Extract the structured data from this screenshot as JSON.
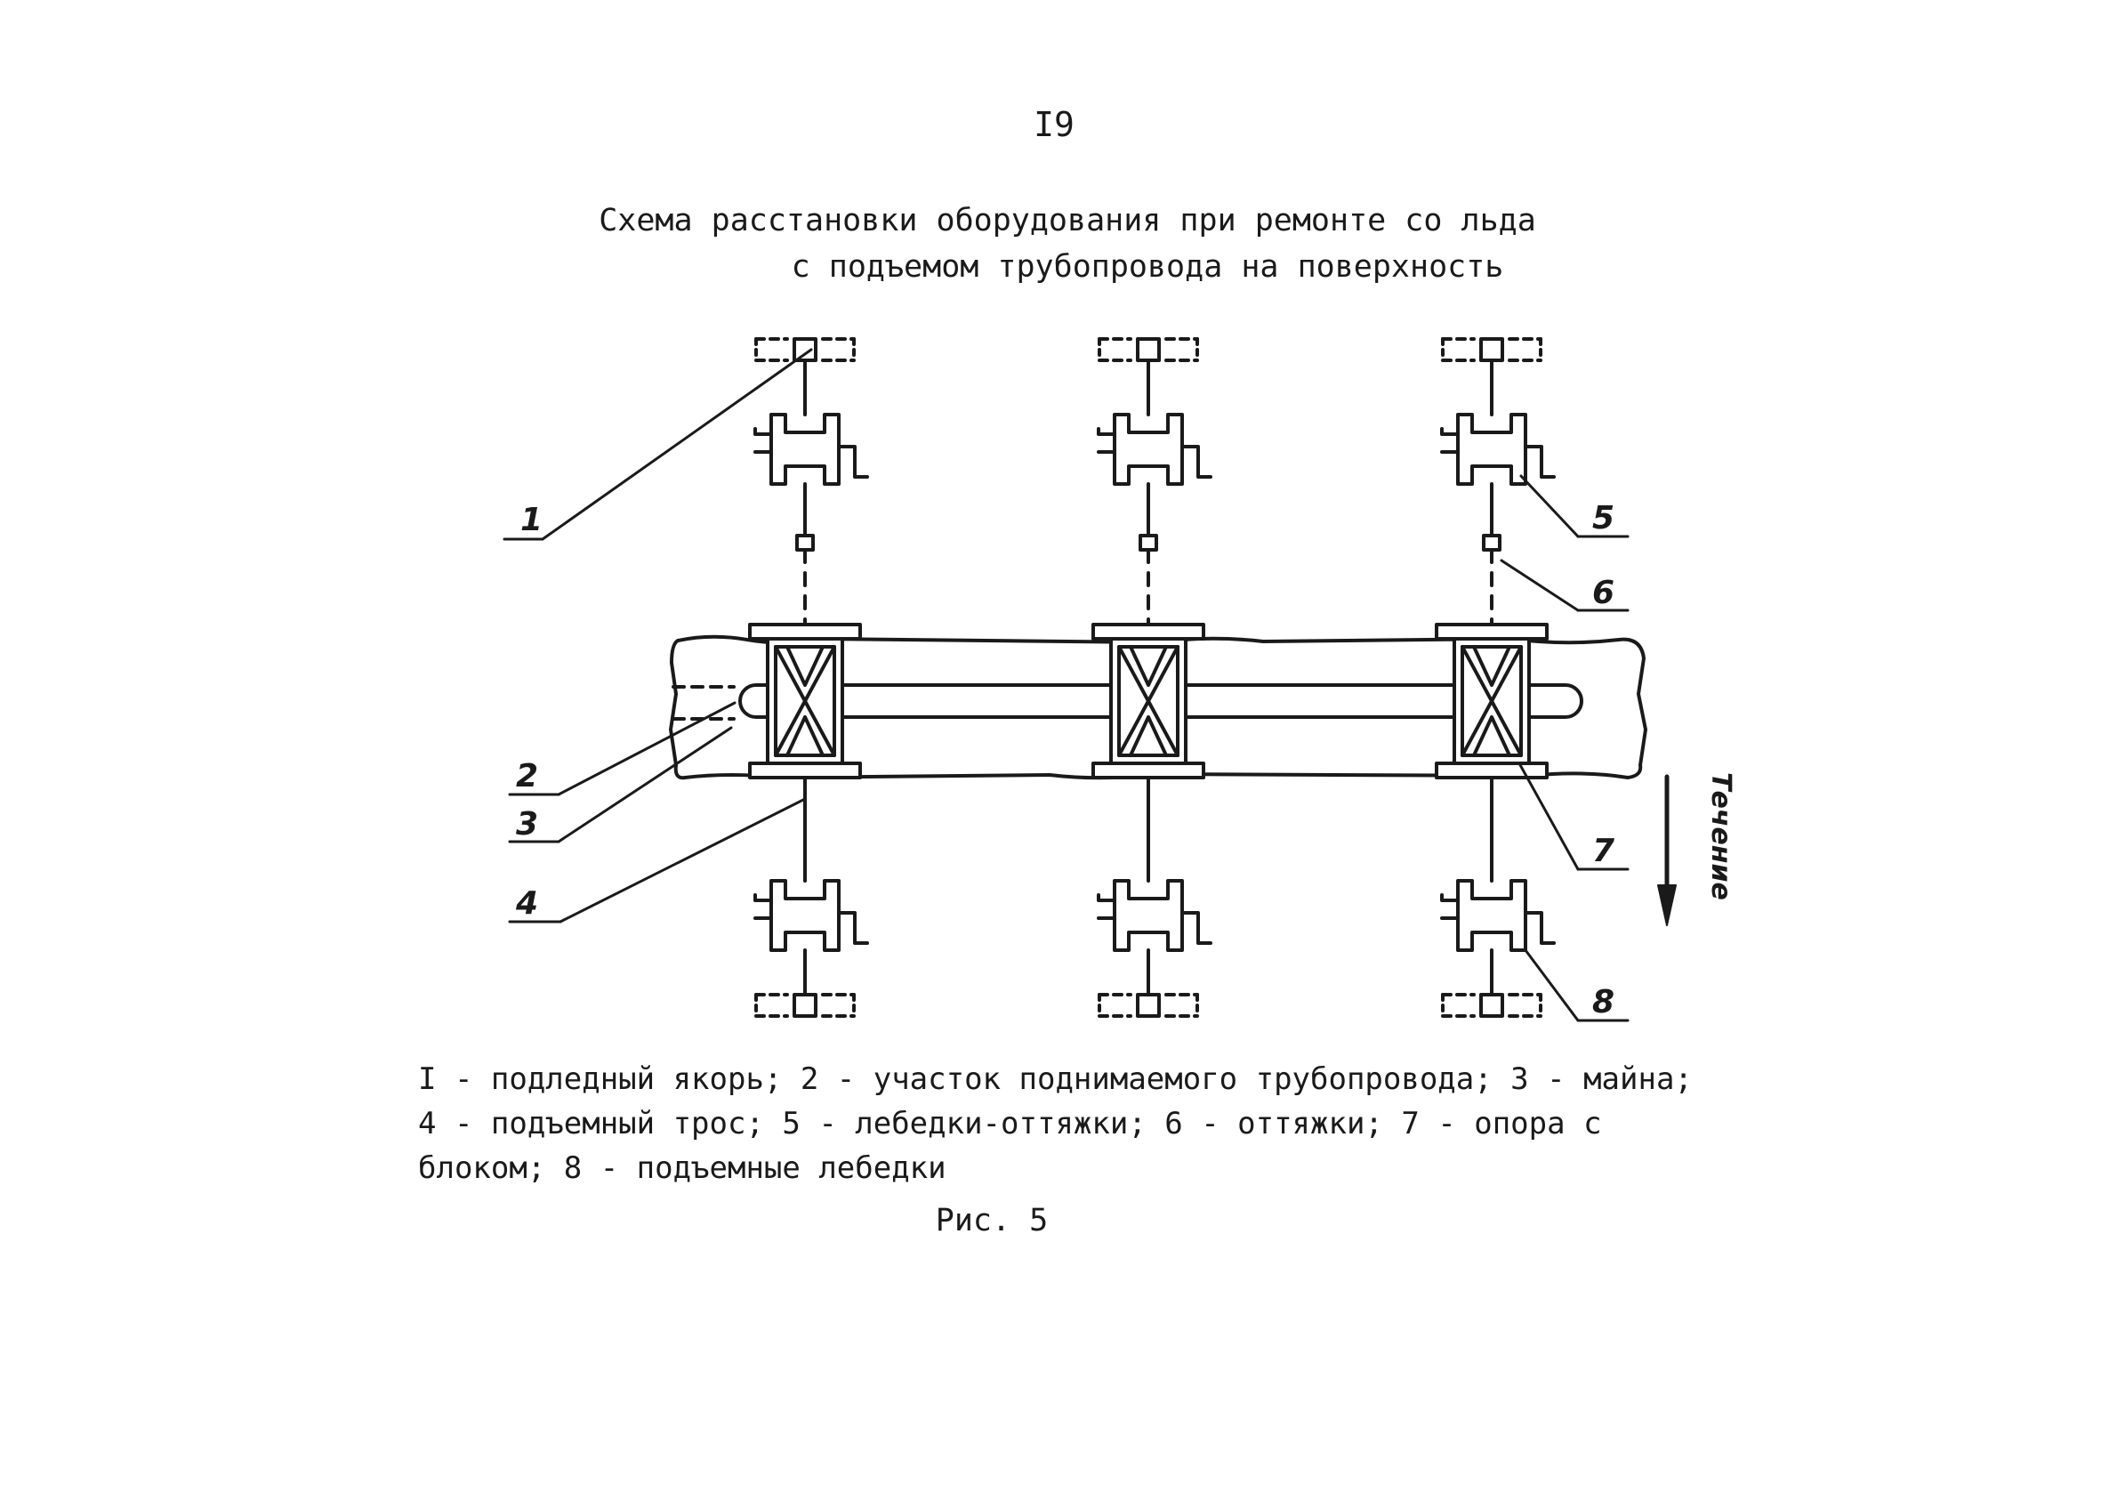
{
  "page_number": "I9",
  "title": {
    "line1": "Схема расстановки оборудования при ремонте со льда",
    "line2": "с подъемом трубопровода на поверхность"
  },
  "callouts": {
    "c1": "1",
    "c2": "2",
    "c3": "3",
    "c4": "4",
    "c5": "5",
    "c6": "6",
    "c7": "7",
    "c8": "8"
  },
  "flow_label": "Течение",
  "legend": {
    "line1": "I - подледный якорь; 2 - участок поднимаемого трубопровода; 3 - майна;",
    "line2": "4 - подъемный трос; 5 - лебедки-оттяжки; 6 - оттяжки; 7 - опора с",
    "line3": "блоком; 8 - подъемные лебедки"
  },
  "caption": "Рис. 5",
  "colors": {
    "ink": "#1a1a1a",
    "paper": "#ffffff"
  }
}
